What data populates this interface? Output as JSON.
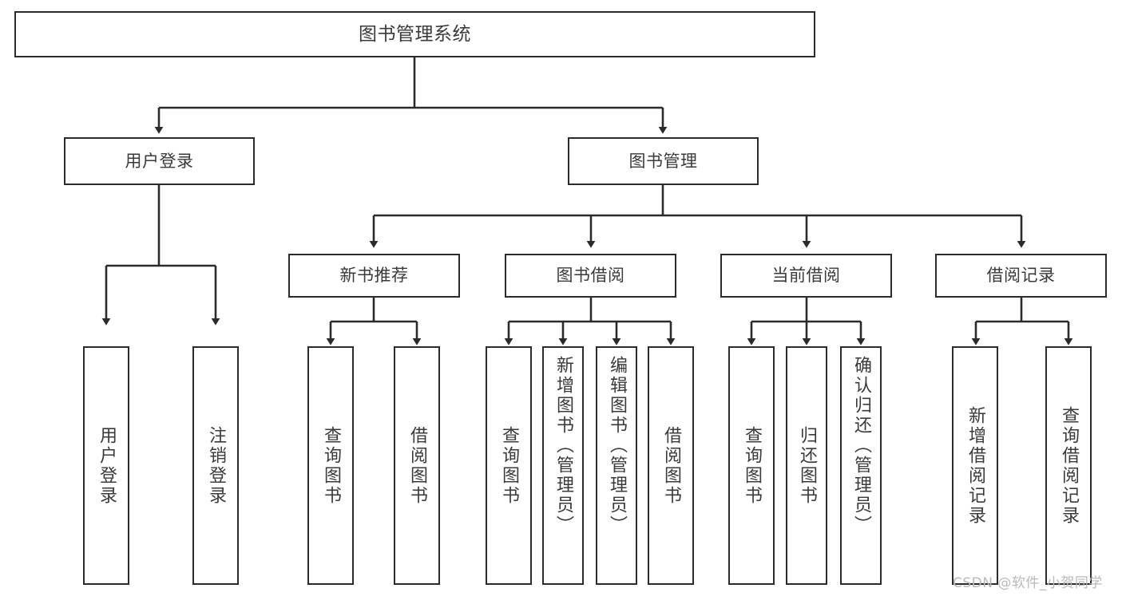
{
  "diagram": {
    "title": "图书管理系统",
    "watermark": "CSDN @软件_小贺同学",
    "colors": {
      "border": "#2b2b2b",
      "text": "#3a3a3a",
      "background": "#ffffff",
      "connector": "#2b2b2b",
      "watermark": "#b9b9b9"
    },
    "root": {
      "label": "图书管理系统"
    },
    "level1": [
      {
        "label": "用户登录"
      },
      {
        "label": "图书管理"
      }
    ],
    "level2": [
      {
        "label": "新书推荐"
      },
      {
        "label": "图书借阅"
      },
      {
        "label": "当前借阅"
      },
      {
        "label": "借阅记录"
      }
    ],
    "leaves": [
      {
        "label": "用户登录",
        "parent": "用户登录"
      },
      {
        "label": "注销登录",
        "parent": "用户登录"
      },
      {
        "label": "查询图书",
        "parent": "新书推荐"
      },
      {
        "label": "借阅图书",
        "parent": "新书推荐"
      },
      {
        "label": "查询图书",
        "parent": "图书借阅"
      },
      {
        "label": "新增图书（管理员）",
        "parent": "图书借阅"
      },
      {
        "label": "编辑图书（管理员）",
        "parent": "图书借阅"
      },
      {
        "label": "借阅图书",
        "parent": "图书借阅"
      },
      {
        "label": "查询图书",
        "parent": "当前借阅"
      },
      {
        "label": "归还图书",
        "parent": "当前借阅"
      },
      {
        "label": "确认归还（管理员）",
        "parent": "当前借阅"
      },
      {
        "label": "新增借阅记录",
        "parent": "借阅记录"
      },
      {
        "label": "查询借阅记录",
        "parent": "借阅记录"
      }
    ]
  }
}
